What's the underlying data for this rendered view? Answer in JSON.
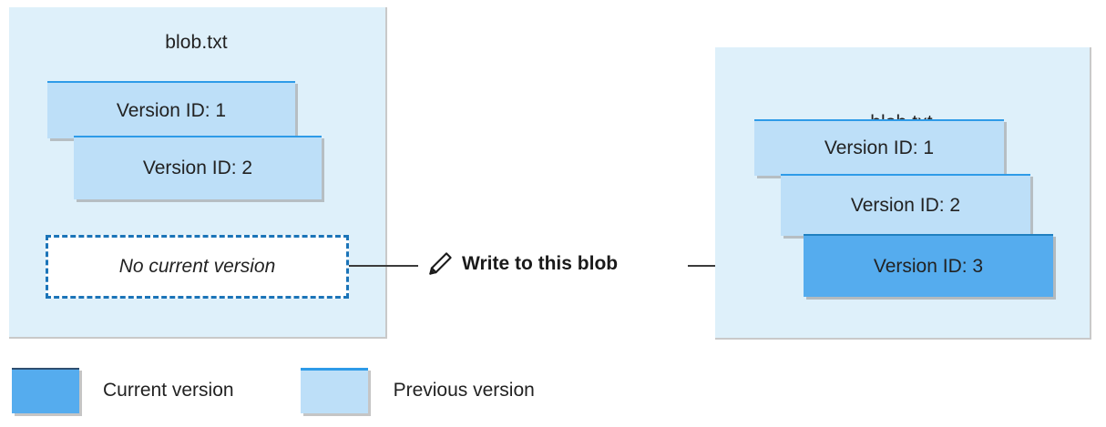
{
  "diagram": {
    "title_hidden": "",
    "panels": [
      {
        "id": "before",
        "blob_name": "blob.txt",
        "versions": [
          {
            "label": "Version ID: 1",
            "state": "previous"
          },
          {
            "label": "Version ID: 2",
            "state": "previous"
          }
        ],
        "no_current_version_label": "No current version"
      },
      {
        "id": "after",
        "blob_name": "blob.txt",
        "versions": [
          {
            "label": "Version ID: 1",
            "state": "previous"
          },
          {
            "label": "Version ID: 2",
            "state": "previous"
          },
          {
            "label": "Version ID: 3",
            "state": "current"
          }
        ]
      }
    ],
    "action": {
      "icon": "pencil-icon",
      "label": "Write to this blob"
    },
    "legend": [
      {
        "swatch": "current",
        "label": "Current version"
      },
      {
        "swatch": "previous",
        "label": "Previous version"
      }
    ],
    "colors": {
      "panel_background": "#DEF0FA",
      "previous_version_fill": "#BDDFF8",
      "previous_version_accent": "#2E9BE8",
      "current_version_fill": "#55ACEE",
      "dashed_border": "#1B74B8",
      "connector": "#3B3B3B",
      "text": "#222222",
      "page_background": "#FFFFFF"
    }
  }
}
